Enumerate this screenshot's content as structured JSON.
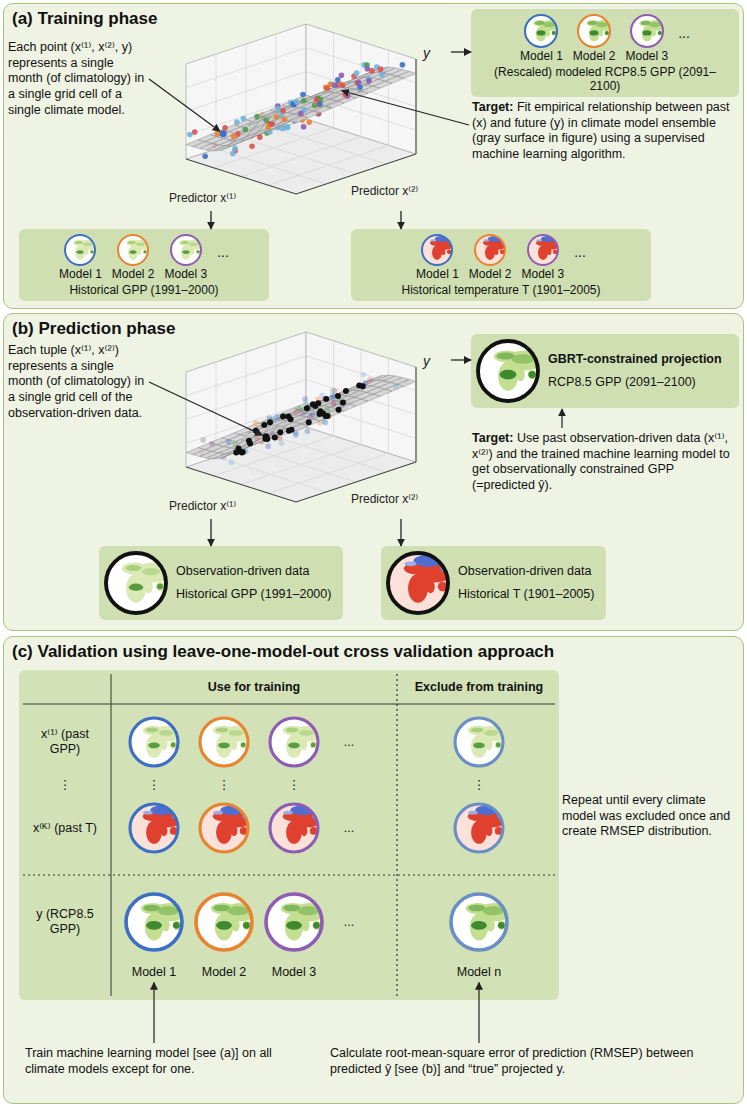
{
  "diagram": {
    "nodes": [
      {
        "text": [
          "(a) Training phase"
        ]
      },
      {
        "text": [
          "Predictor x⁽¹⁾",
          "Predictor x⁽²⁾",
          "y"
        ],
        "in": 0
      },
      {
        "text": [
          "Model 1",
          "Model 2",
          "Model 3",
          "...",
          "(Rescaled) modeled RCP8.5 GPP (2091–2100)"
        ],
        "in": 0
      },
      {
        "text": [
          "Model 1",
          "Model 2",
          "Model 3",
          "...",
          "Historical GPP (1991–2000)"
        ],
        "in": 0
      },
      {
        "text": [
          "Model 1",
          "Model 2",
          "Model 3",
          "...",
          "Historical temperature T (1901–2005)"
        ],
        "in": 0
      },
      {
        "text": [
          "(b) Prediction phase"
        ]
      },
      {
        "text": [
          "Predictor x⁽¹⁾",
          "Predictor x⁽²⁾",
          "y"
        ],
        "in": 5
      },
      {
        "text": [
          "GBRT-constrained projection",
          "RCP8.5 GPP (2091–2100)"
        ],
        "in": 5
      },
      {
        "text": [
          "Observation-driven data",
          "Historical GPP (1991–2000)"
        ],
        "in": 5
      },
      {
        "text": [
          "Observation-driven data",
          "Historical T (1901–2005)"
        ],
        "in": 5
      },
      {
        "text": [
          "(c) Validation using leave-one-model-out cross validation approach"
        ]
      },
      {
        "text": [
          "Use for training",
          "Exclude from training",
          "x⁽¹⁾ (past GPP)",
          "⋮",
          "x⁽ᴷ⁾ (past T)",
          "y (RCP8.5 GPP)",
          "...",
          "⋮",
          "⋮",
          "⋮",
          "⋮",
          "...",
          "...",
          "Model 1",
          "Model 2",
          "Model 3",
          "Model n"
        ],
        "in": 10
      }
    ],
    "edges": [
      {
        "from": 1,
        "to": 2,
        "arrow": "to"
      },
      {
        "from": 1,
        "to": 3,
        "arrow": "to"
      },
      {
        "from": 1,
        "to": 4,
        "arrow": "to"
      },
      {
        "from": 6,
        "to": 7,
        "arrow": "to"
      },
      {
        "from": 6,
        "to": 8,
        "arrow": "to"
      },
      {
        "from": 6,
        "to": 9,
        "arrow": "to"
      }
    ],
    "labels": [
      "Each point (x⁽¹⁾, x⁽²⁾, y) represents a single month (of climatology) in a single grid cell of a single climate model.",
      "Target: Fit empirical relationship between past (x) and future (y) in climate model ensemble (gray surface in figure) using a supervised machine learning algorithm.",
      "Each tuple (x⁽¹⁾, x⁽²⁾) represents a single month (of climatology) in a single grid cell of the observation-driven data.",
      "Target: Use past observation-driven data (x⁽¹⁾, x⁽²⁾) and the trained machine learning model to get observationally constrained GPP (=predicted ŷ).",
      "Repeat until every climate model was excluded once and create RMSEP distribution.",
      "Train machine learning model [see (a)] on all climate models except for one.",
      "Calculate root-mean-square error of prediction (RMSEP) between predicted ŷ [see (b)] and “true” projected y."
    ]
  }
}
